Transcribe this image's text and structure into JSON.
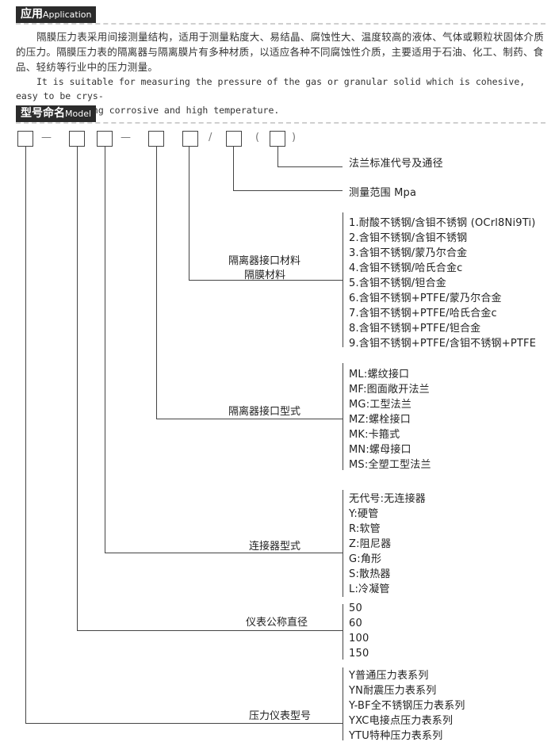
{
  "application": {
    "heading_cn": "应用",
    "heading_en": "Application",
    "para_cn_1": "隔膜压力表采用间接测量结构，适用于测量粘度大、易结晶、腐蚀性大、温度较高的液体、气体或颗粒状固体介质的压力。隔膜压力表的隔离器与隔离膜片有多种材质，以适应各种不同腐蚀性介质，主要适用于石油、化工、制药、食品、轻纺等行业中的压力测量。",
    "para_en_1": "It is suitable for measuring the pressure of the gas or granular solid which is cohesive, easy to be crys-",
    "para_en_2": "tallized, strong corrosive and high temperature."
  },
  "model": {
    "heading_cn": "型号命名",
    "heading_en": "Model",
    "separators": [
      "—",
      "—",
      "/",
      "(",
      ")"
    ],
    "fields": [
      {
        "label": "法兰标准代号及通径"
      },
      {
        "label": "测量范围 Mpa"
      },
      {
        "label_1": "隔离器接口材料",
        "label_2": "隔膜材料",
        "options": [
          "1.耐酸不锈钢/含钼不锈钢 (OCrl8Ni9Ti)",
          "2.含钼不锈钢/含钼不锈钢",
          "3.含钼不锈钢/蒙乃尔合金",
          "4.含钼不锈钢/哈氏合金c",
          "5.含钼不锈钢/钽合金",
          "6.含钼不锈钢+PTFE/蒙乃尔合金",
          "7.含钼不锈钢+PTFE/哈氏合金c",
          "8.含钼不锈钢+PTFE/钽合金",
          "9.含钼不锈钢+PTFE/含钼不锈钢+PTFE"
        ]
      },
      {
        "label": "隔离器接口型式",
        "options": [
          "ML:螺纹接口",
          "MF:图面敞开法兰",
          "MG:工型法兰",
          "MZ:螺栓接口",
          "MK:卡箍式",
          "MN:螺母接口",
          "MS:全塑工型法兰"
        ]
      },
      {
        "label": "连接器型式",
        "options": [
          "无代号:无连接器",
          "Y:硬管",
          "R:软管",
          "Z:阻尼器",
          "G:角形",
          "S:散热器",
          "L:冷凝管"
        ]
      },
      {
        "label": "仪表公称直径",
        "options": [
          "50",
          "60",
          "100",
          "150"
        ]
      },
      {
        "label": "压力仪表型号",
        "options": [
          "Y普通压力表系列",
          "YN耐震压力表系列",
          "Y-BF全不锈钢压力表系列",
          "YXC电接点压力表系列",
          "YTU特种压力表系列"
        ]
      }
    ]
  }
}
